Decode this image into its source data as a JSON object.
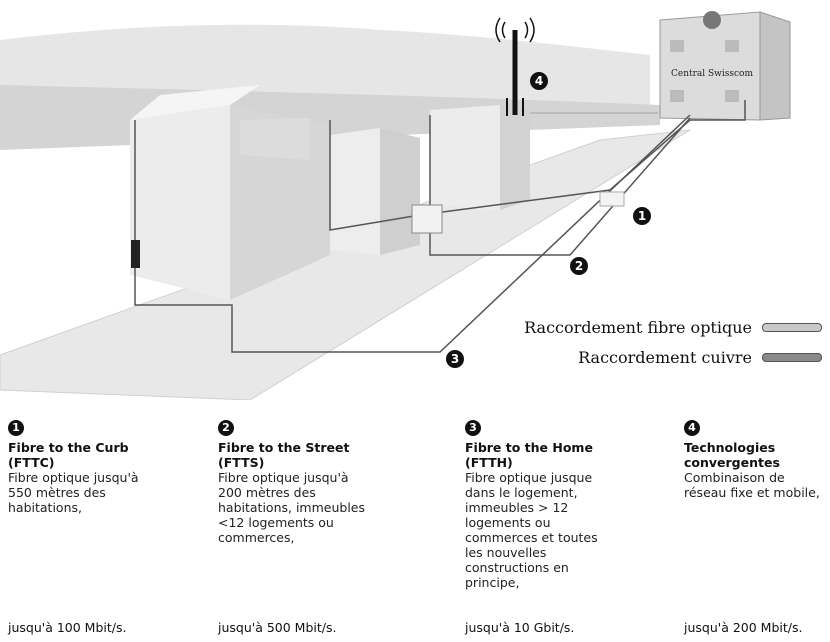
{
  "scene": {
    "central_label": "Central Swisscom",
    "badges": [
      "1",
      "2",
      "3",
      "4"
    ]
  },
  "legend": {
    "fibre_label": "Raccordement fibre optique",
    "copper_label": "Raccordement cuivre",
    "fibre_color": "#c8c8c8",
    "copper_color": "#8a8a8a"
  },
  "columns": [
    {
      "number": "1",
      "title": "Fibre to the Curb (FTTC)",
      "description": "Fibre optique jusqu'à 550 mètres des habitations,",
      "speed": "jusqu'à 100 Mbit/s."
    },
    {
      "number": "2",
      "title": "Fibre to the Street (FTTS)",
      "description": "Fibre optique jusqu'à 200 mètres des habitations, immeubles <12 logements ou commerces,",
      "speed": "jusqu'à 500 Mbit/s."
    },
    {
      "number": "3",
      "title": "Fibre to the Home (FTTH)",
      "description": "Fibre optique jusque dans le logement, immeubles > 12 logements ou commerces et toutes les nouvelles constructions en principe,",
      "speed": "jusqu'à 10 Gbit/s."
    },
    {
      "number": "4",
      "title": "Technologies convergentes",
      "description": "Combinaison de réseau fixe et mobile,",
      "speed": "jusqu'à 200 Mbit/s."
    }
  ]
}
